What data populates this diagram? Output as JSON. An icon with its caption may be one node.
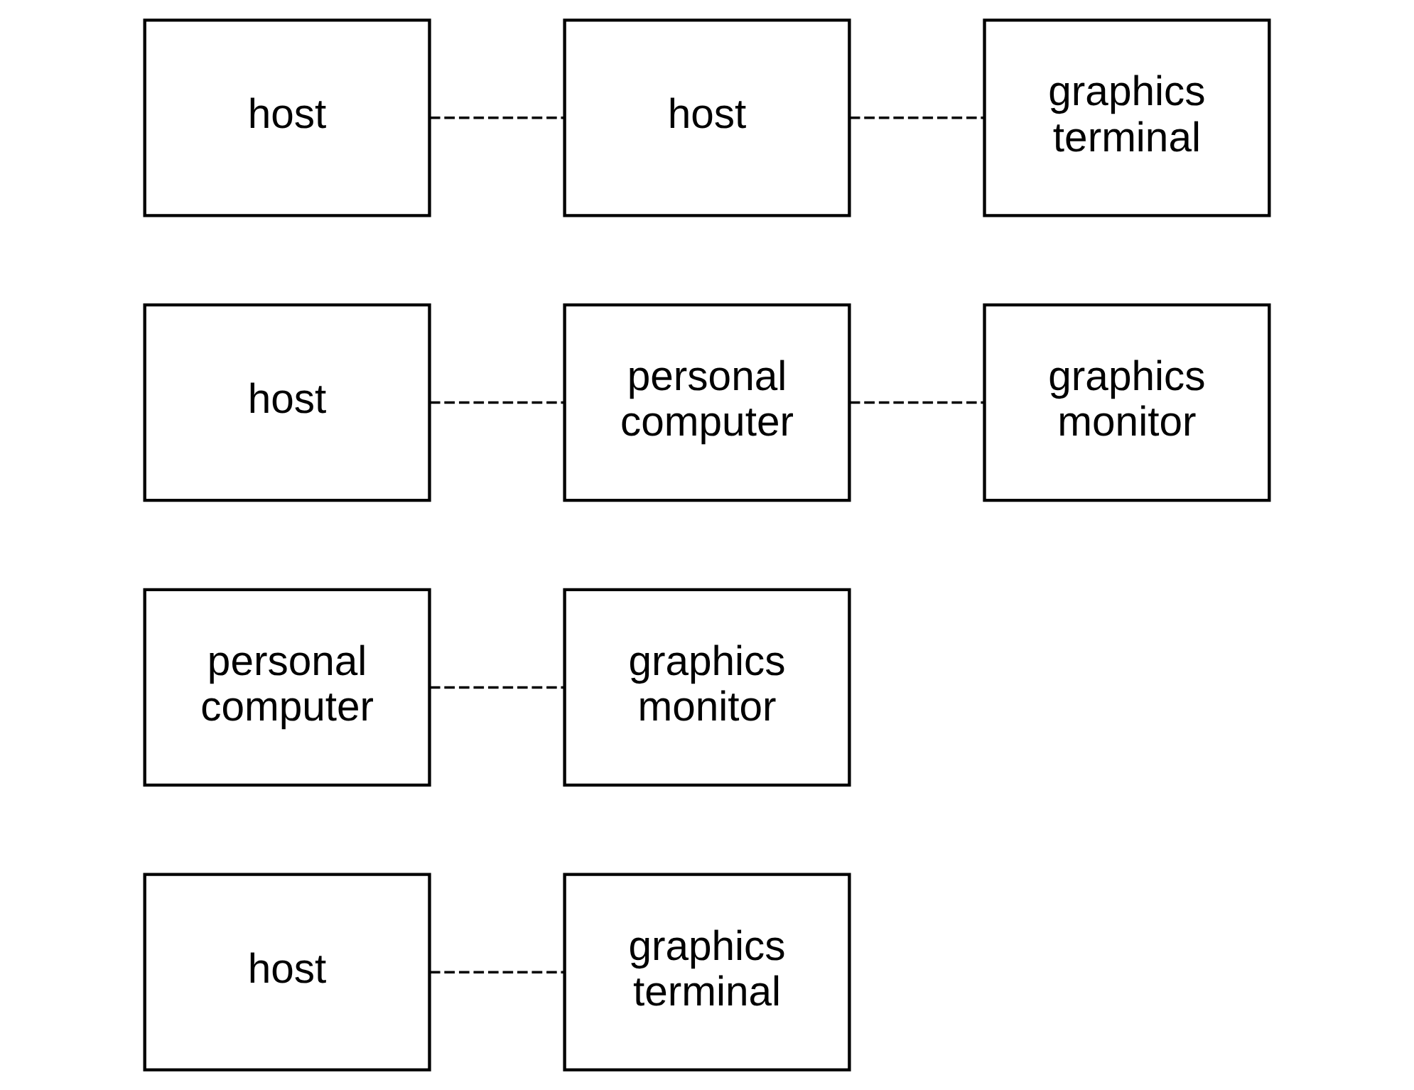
{
  "diagram": {
    "nodes": [
      {
        "text": [
          "host"
        ]
      },
      {
        "text": [
          "graphics terminal"
        ]
      },
      {
        "text": [
          "personal computer"
        ]
      },
      {
        "text": [
          "graphics monitor"
        ]
      },
      {
        "text": [
          "host"
        ]
      },
      {
        "text": [
          "personal computer"
        ]
      },
      {
        "text": [
          "graphics monitor"
        ]
      },
      {
        "text": [
          "host"
        ]
      },
      {
        "text": [
          "host"
        ]
      },
      {
        "text": [
          "graphics terminal"
        ]
      }
    ],
    "edges": [
      {
        "from": 0,
        "to": 1,
        "arrow": "none",
        "style": "dashed"
      },
      {
        "from": 2,
        "to": 3,
        "arrow": "none",
        "style": "dashed"
      },
      {
        "from": 4,
        "to": 5,
        "arrow": "none",
        "style": "dashed"
      },
      {
        "from": 5,
        "to": 6,
        "arrow": "none",
        "style": "dashed"
      },
      {
        "from": 7,
        "to": 8,
        "arrow": "none",
        "style": "dashed"
      },
      {
        "from": 8,
        "to": 9,
        "arrow": "none",
        "style": "dashed"
      }
    ]
  }
}
